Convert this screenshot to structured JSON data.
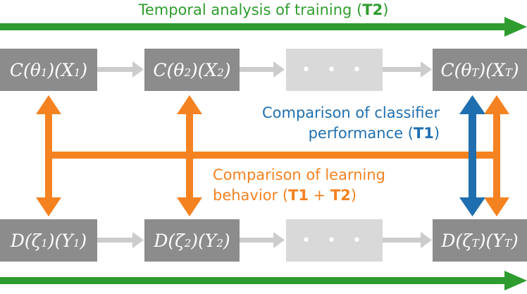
{
  "colors": {
    "green": "#2e9c2e",
    "blue": "#1f6fb0",
    "orange": "#f58220",
    "box_dark": "#8c8c8c",
    "box_light": "#d9d9d9",
    "connector": "#cccccc"
  },
  "top_timeline": {
    "text": "Temporal analysis of training (",
    "bold": "T2",
    "close": ")"
  },
  "row_c": [
    {
      "fn": "C(",
      "param": "θ",
      "sub1": "1",
      "mid": ")(",
      "var": "X",
      "sub2": "1",
      "end": ")"
    },
    {
      "fn": "C(",
      "param": "θ",
      "sub1": "2",
      "mid": ")(",
      "var": "X",
      "sub2": "2",
      "end": ")"
    },
    {
      "dots": "• • •"
    },
    {
      "fn": "C(",
      "param": "θ",
      "sub1": "T",
      "mid": ")(",
      "var": "X",
      "sub2": "T",
      "end": ")"
    }
  ],
  "row_d": [
    {
      "fn": "D(",
      "param": "ζ",
      "sub1": "1",
      "mid": ")(",
      "var": "Y",
      "sub2": "1",
      "end": ")"
    },
    {
      "fn": "D(",
      "param": "ζ",
      "sub1": "2",
      "mid": ")(",
      "var": "Y",
      "sub2": "2",
      "end": ")"
    },
    {
      "dots": "• • •"
    },
    {
      "fn": "D(",
      "param": "ζ",
      "sub1": "T",
      "mid": ")(",
      "var": "Y",
      "sub2": "T",
      "end": ")"
    }
  ],
  "classifier_label": {
    "line1": "Comparison of classifier",
    "line2": "performance (",
    "bold": "T1",
    "close": ")"
  },
  "learning_label": {
    "line1": "Comparison of learning",
    "line2": "behavior (",
    "bold1": "T1",
    "plus": " + ",
    "bold2": "T2",
    "close": ")"
  }
}
